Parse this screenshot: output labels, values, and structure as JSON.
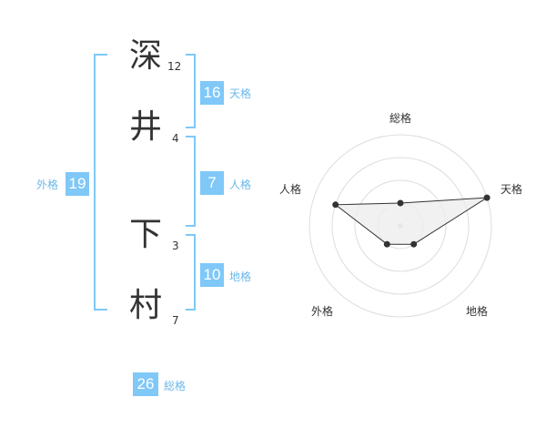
{
  "name": {
    "chars": [
      {
        "char": "深",
        "strokes": "12"
      },
      {
        "char": "井",
        "strokes": "4"
      },
      {
        "char": "下",
        "strokes": "3"
      },
      {
        "char": "村",
        "strokes": "7"
      }
    ]
  },
  "fortune": {
    "tenkaku": {
      "value": "16",
      "label": "天格"
    },
    "jinkaku": {
      "value": "7",
      "label": "人格"
    },
    "chikaku": {
      "value": "10",
      "label": "地格"
    },
    "gaikaku": {
      "value": "19",
      "label": "外格"
    },
    "soukaku": {
      "value": "26",
      "label": "総格"
    }
  },
  "colors": {
    "accent": "#7fc8f8",
    "accent_text": "#6bb8ea",
    "bracket": "#7fc8f8",
    "text": "#333333",
    "radar_ring": "#dddddd",
    "radar_fill": "#eeeeee",
    "radar_line": "#333333"
  },
  "chart_data": {
    "type": "radar",
    "axes": [
      "総格",
      "天格",
      "地格",
      "外格",
      "人格"
    ],
    "values": [
      1,
      4,
      1,
      1,
      3
    ],
    "max": 4
  }
}
